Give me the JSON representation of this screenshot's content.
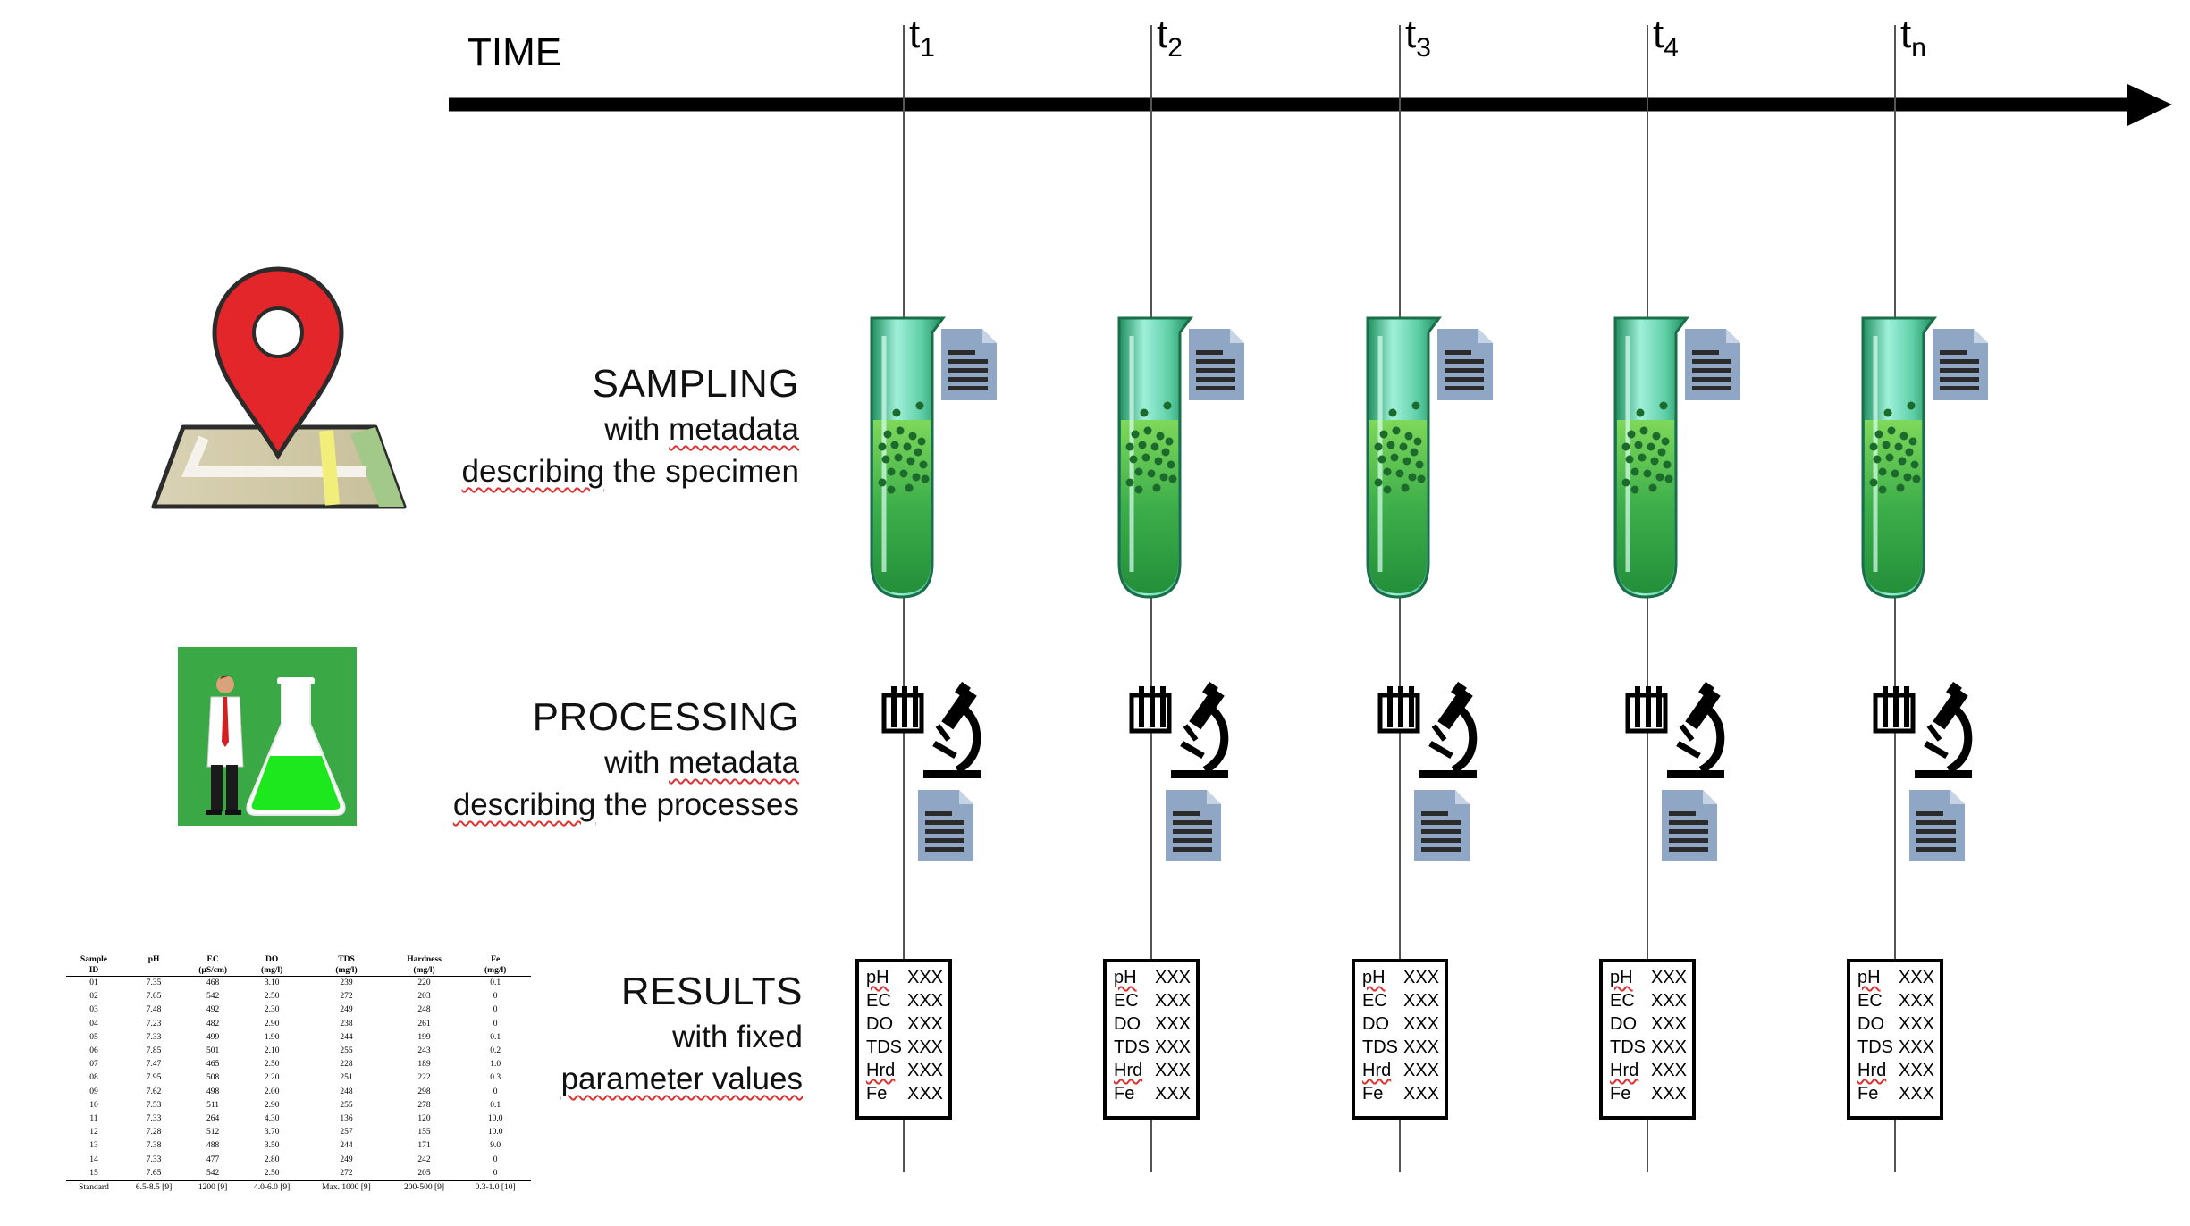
{
  "timeline": {
    "label": "TIME",
    "points": [
      {
        "base": "t",
        "sub": "1"
      },
      {
        "base": "t",
        "sub": "2"
      },
      {
        "base": "t",
        "sub": "3"
      },
      {
        "base": "t",
        "sub": "4"
      },
      {
        "base": "t",
        "sub": "n"
      }
    ]
  },
  "stages": {
    "sampling": {
      "title": "SAMPLING",
      "line1_pre": "with ",
      "line1_u": "metadata",
      "line2_u": "describing",
      "line2_post": " the specimen"
    },
    "processing": {
      "title": "PROCESSING",
      "line1_pre": "with ",
      "line1_u": "metadata",
      "line2_u": "describing",
      "line2_post": " the processes"
    },
    "results": {
      "title": "RESULTS",
      "line1": "with fixed",
      "line2": "parameter values"
    }
  },
  "result_card": {
    "rows": [
      {
        "param": "pH",
        "value": "XXX"
      },
      {
        "param": "EC",
        "value": "XXX"
      },
      {
        "param": "DO",
        "value": "XXX"
      },
      {
        "param": "TDS",
        "value": "XXX"
      },
      {
        "param": "Hrd",
        "value": "XXX"
      },
      {
        "param": "Fe",
        "value": "XXX"
      }
    ]
  },
  "reference_table": {
    "headers": [
      [
        "Sample",
        "ID"
      ],
      [
        "pH",
        ""
      ],
      [
        "EC",
        "(µS/cm)"
      ],
      [
        "DO",
        "(mg/l)"
      ],
      [
        "TDS",
        "(mg/l)"
      ],
      [
        "Hardness",
        "(mg/l)"
      ],
      [
        "Fe",
        "(mg/l)"
      ]
    ],
    "rows": [
      [
        "01",
        "7.35",
        "468",
        "3.10",
        "239",
        "220",
        "0.1"
      ],
      [
        "02",
        "7.65",
        "542",
        "2.50",
        "272",
        "203",
        "0"
      ],
      [
        "03",
        "7.48",
        "492",
        "2.30",
        "249",
        "248",
        "0"
      ],
      [
        "04",
        "7.23",
        "482",
        "2.90",
        "238",
        "261",
        "0"
      ],
      [
        "05",
        "7.33",
        "499",
        "1.90",
        "244",
        "199",
        "0.1"
      ],
      [
        "06",
        "7.85",
        "501",
        "2.10",
        "255",
        "243",
        "0.2"
      ],
      [
        "07",
        "7.47",
        "465",
        "2.50",
        "228",
        "189",
        "1.0"
      ],
      [
        "08",
        "7.95",
        "508",
        "2.20",
        "251",
        "222",
        "0.3"
      ],
      [
        "09",
        "7.62",
        "498",
        "2.00",
        "248",
        "298",
        "0"
      ],
      [
        "10",
        "7.53",
        "511",
        "2.90",
        "255",
        "278",
        "0.1"
      ],
      [
        "11",
        "7.33",
        "264",
        "4.30",
        "136",
        "120",
        "10.0"
      ],
      [
        "12",
        "7.28",
        "512",
        "3.70",
        "257",
        "155",
        "10.0"
      ],
      [
        "13",
        "7.38",
        "488",
        "3.50",
        "244",
        "171",
        "9.0"
      ],
      [
        "14",
        "7.33",
        "477",
        "2.80",
        "249",
        "242",
        "0"
      ],
      [
        "15",
        "7.65",
        "542",
        "2.50",
        "272",
        "205",
        "0"
      ]
    ],
    "standard": [
      "Standard",
      "6.5-8.5 [9]",
      "1200 [9]",
      "4.0-6.0 [9]",
      "Max. 1000 [9]",
      "200-500 [9]",
      "0.3-1.0 [10]"
    ]
  },
  "colors": {
    "arrow": "#000000",
    "tube_glass": "#8fe0c8",
    "tube_liquid": "#2fa85a",
    "document": "#8fa6c4",
    "pin": "#e3262a",
    "lab_bg": "#3aa844",
    "flask_liquid": "#1de81d",
    "squiggle": "#e03030"
  },
  "icons": [
    "map-pin-icon",
    "lab-scientist-icon",
    "test-tube-icon",
    "document-icon",
    "microscope-icon",
    "test-tube-rack-icon"
  ]
}
